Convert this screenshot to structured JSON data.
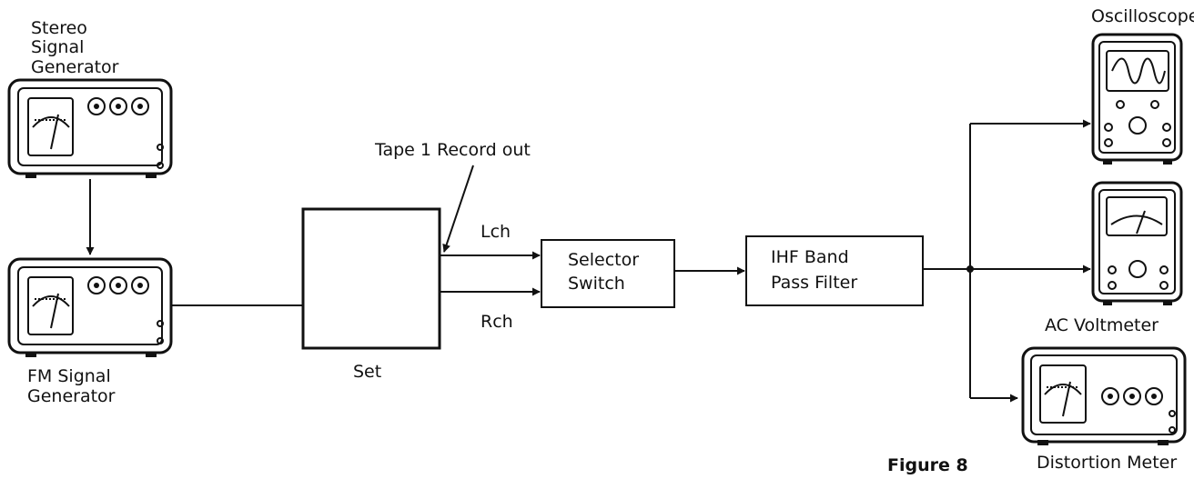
{
  "labels": {
    "stereo_gen": [
      "Stereo",
      "Signal",
      "Generator"
    ],
    "fm_gen": [
      "FM  Signal",
      "Generator"
    ],
    "set": "Set",
    "tape_out": "Tape  1  Record  out",
    "lch": "Lch",
    "rch": "Rch",
    "selector": [
      "Selector",
      "Switch"
    ],
    "filter": [
      "IHF  Band",
      "Pass  Filter"
    ],
    "oscilloscope": "Oscilloscope",
    "ac_voltmeter": "AC  Voltmeter",
    "distortion_meter": "Distortion  Meter",
    "figure": "Figure  8"
  }
}
